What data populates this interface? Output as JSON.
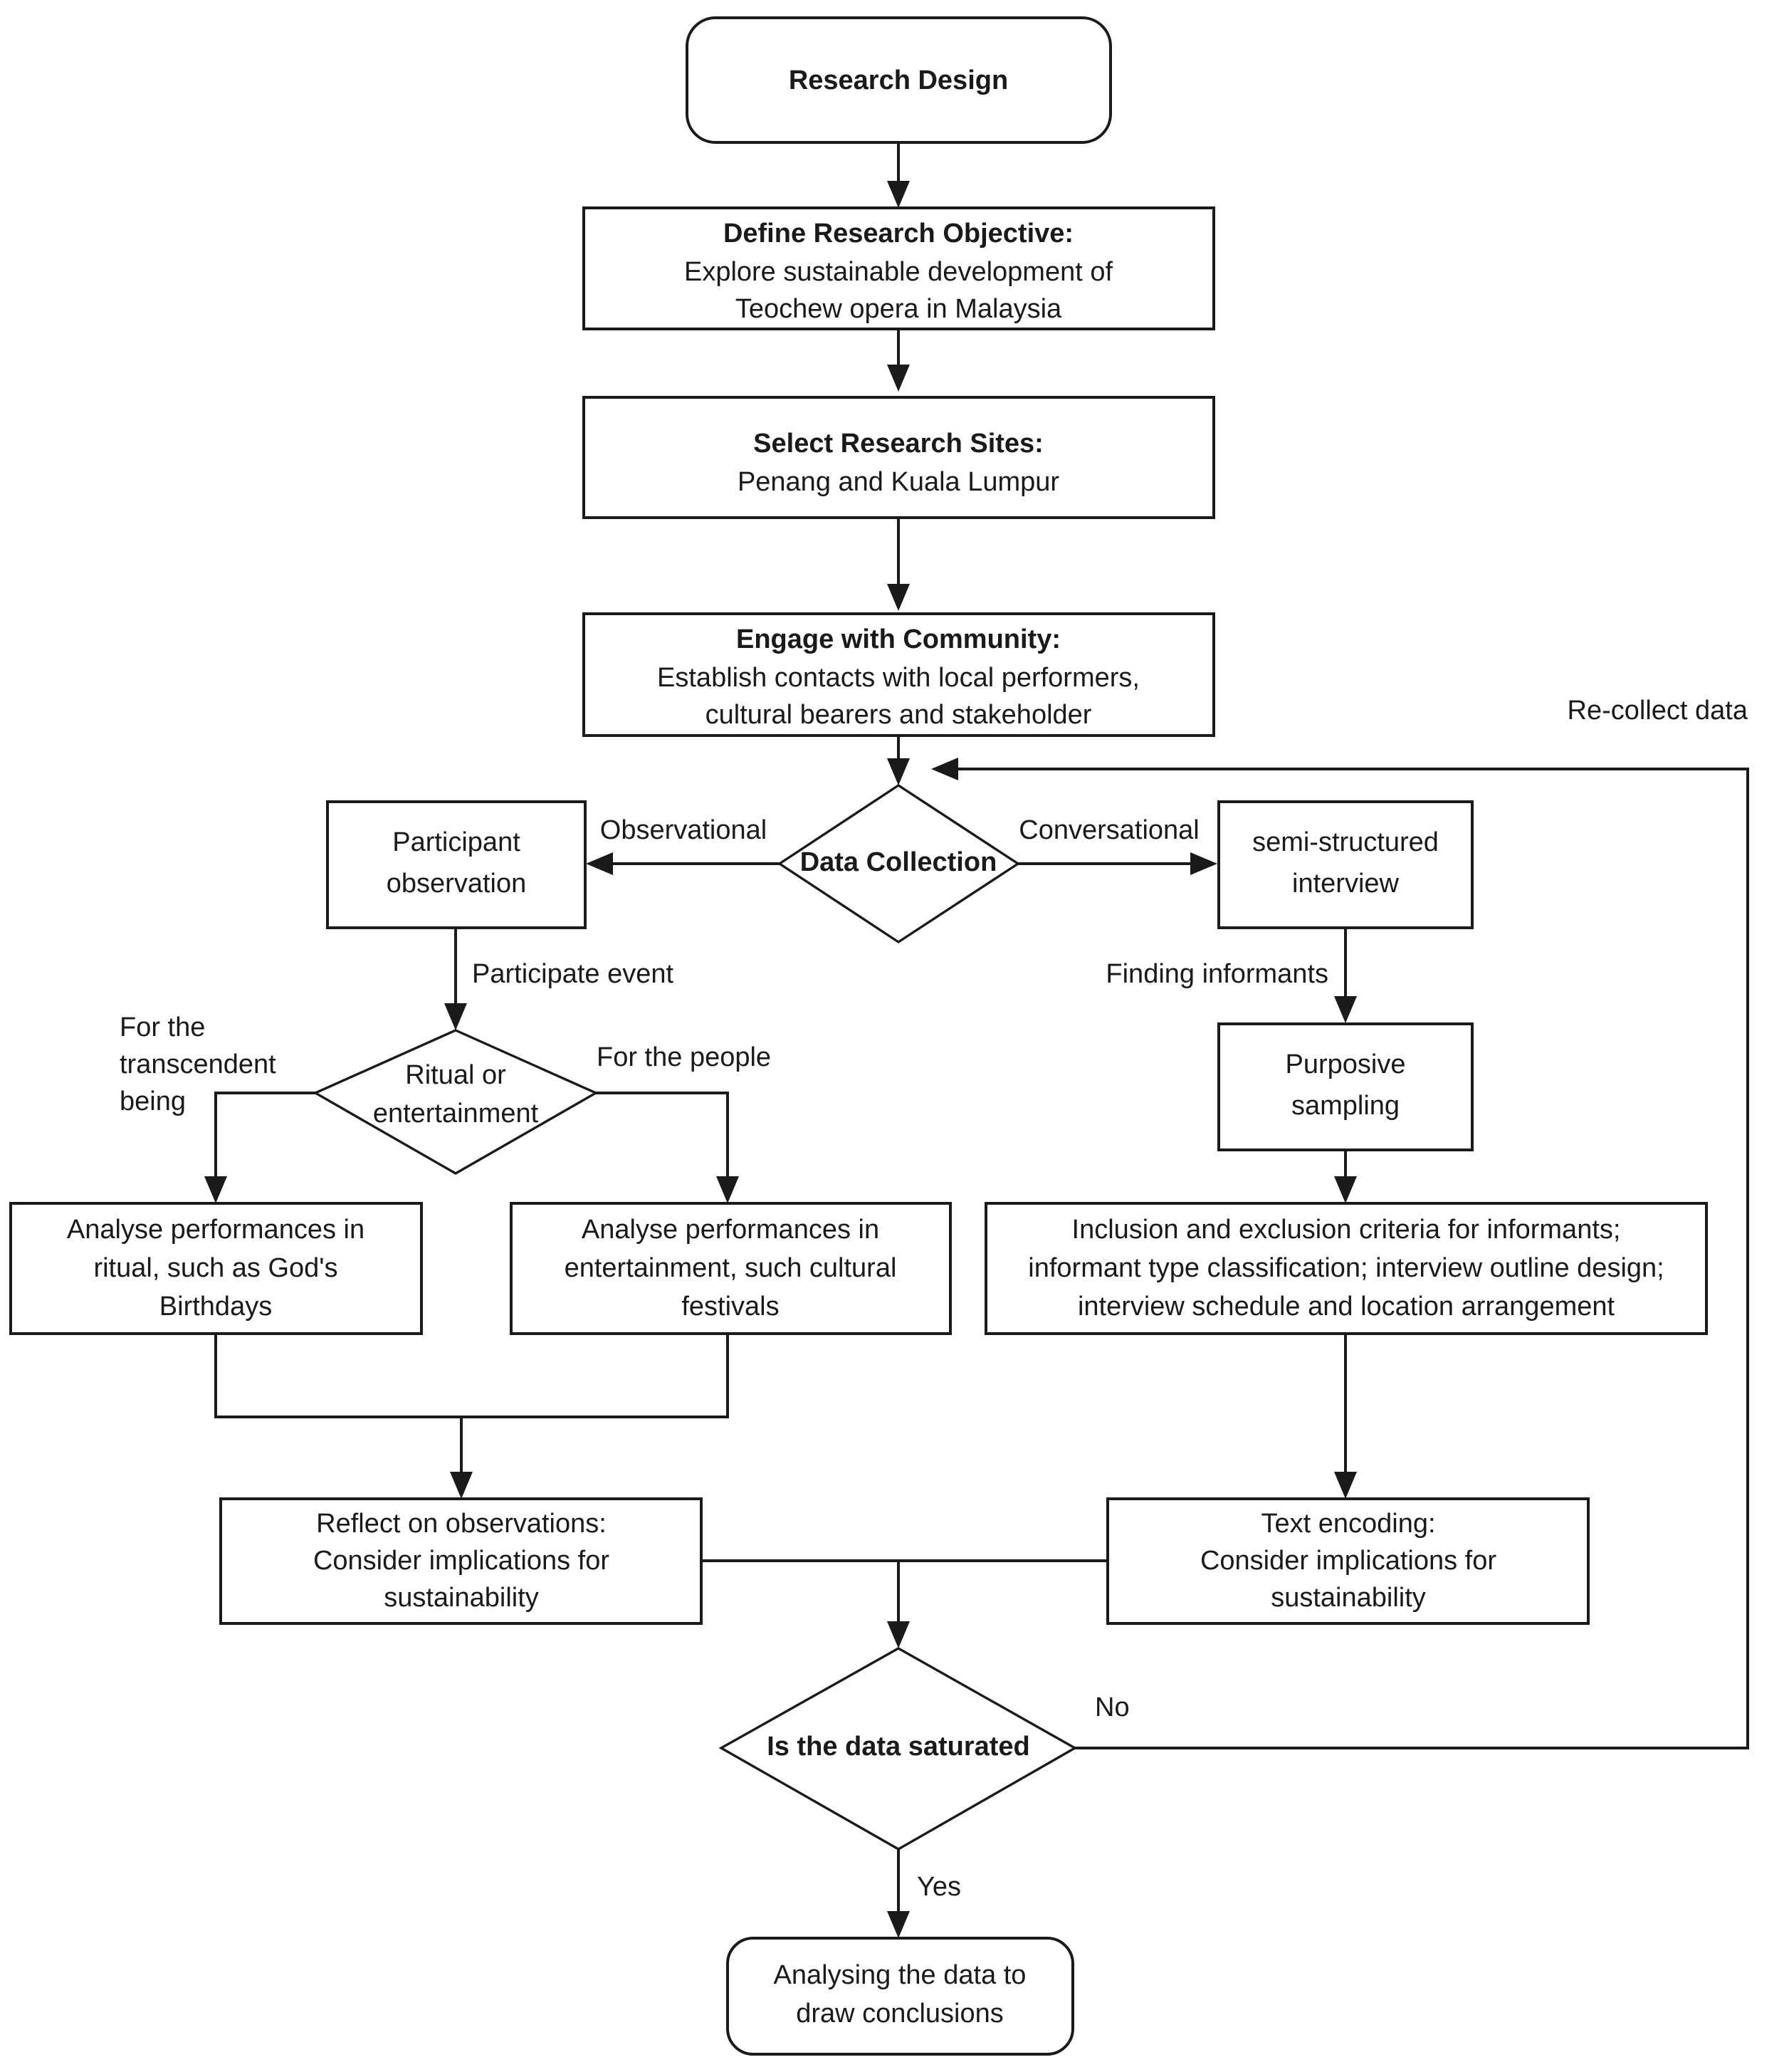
{
  "diagram": {
    "title": "Research Design Flowchart",
    "type": "flowchart",
    "colors": {
      "stroke": "#1a1a1a",
      "fill": "#ffffff",
      "background": "#ffffff"
    }
  },
  "nodes": {
    "research_design": {
      "shape": "rounded-rectangle",
      "lines": [
        "Research Design"
      ],
      "bold": true
    },
    "define_objective": {
      "shape": "rectangle",
      "heading": "Define Research Objective:",
      "line1": "Explore sustainable development of",
      "line2": "Teochew opera in Malaysia"
    },
    "select_sites": {
      "shape": "rectangle",
      "heading": "Select Research Sites:",
      "line1": "Penang and Kuala Lumpur"
    },
    "engage_community": {
      "shape": "rectangle",
      "heading": "Engage with Community:",
      "line1": "Establish contacts with local performers,",
      "line2": "cultural bearers and stakeholder"
    },
    "data_collection": {
      "shape": "diamond",
      "label": "Data Collection",
      "bold": true
    },
    "participant_observation": {
      "shape": "rectangle",
      "line1": "Participant",
      "line2": "observation"
    },
    "semi_structured_interview": {
      "shape": "rectangle",
      "line1": "semi-structured",
      "line2": "interview"
    },
    "ritual_or_entertainment": {
      "shape": "diamond",
      "line1": "Ritual or",
      "line2": "entertainment"
    },
    "purposive_sampling": {
      "shape": "rectangle",
      "line1": "Purposive",
      "line2": "sampling"
    },
    "analyse_ritual": {
      "shape": "rectangle",
      "line1": "Analyse performances in",
      "line2": "ritual, such as God's",
      "line3": "Birthdays"
    },
    "analyse_entertainment": {
      "shape": "rectangle",
      "line1": "Analyse performances in",
      "line2": "entertainment, such cultural",
      "line3": "festivals"
    },
    "criteria_box": {
      "shape": "rectangle",
      "line1": "Inclusion and exclusion criteria for informants;",
      "line2": "informant type classification; interview outline design;",
      "line3": "interview schedule and location arrangement"
    },
    "reflect_observations": {
      "shape": "rectangle",
      "line1": "Reflect on observations:",
      "line2": "Consider implications for",
      "line3": "sustainability"
    },
    "text_encoding": {
      "shape": "rectangle",
      "line1": "Text encoding:",
      "line2": "Consider implications for",
      "line3": "sustainability"
    },
    "data_saturated": {
      "shape": "diamond",
      "label": "Is the data saturated",
      "bold": true
    },
    "analysing_conclusions": {
      "shape": "rounded-rectangle",
      "line1": "Analysing the data to",
      "line2": "draw conclusions"
    }
  },
  "edge_labels": {
    "observational": "Observational",
    "conversational": "Conversational",
    "recollect_data": "Re-collect data",
    "participate_event": "Participate event",
    "finding_informants": "Finding informants",
    "for_transcendent_1": "For the",
    "for_transcendent_2": "transcendent",
    "for_transcendent_3": "being",
    "for_the_people": "For the people",
    "no": "No",
    "yes": "Yes"
  }
}
